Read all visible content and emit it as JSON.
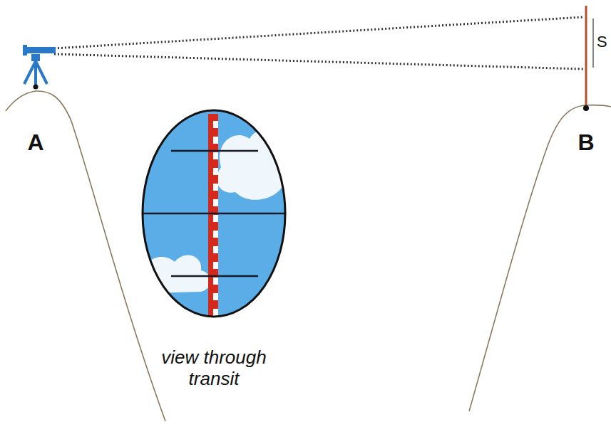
{
  "diagram": {
    "labels": [
      "A",
      "B",
      "S",
      "view through transit"
    ]
  }
}
